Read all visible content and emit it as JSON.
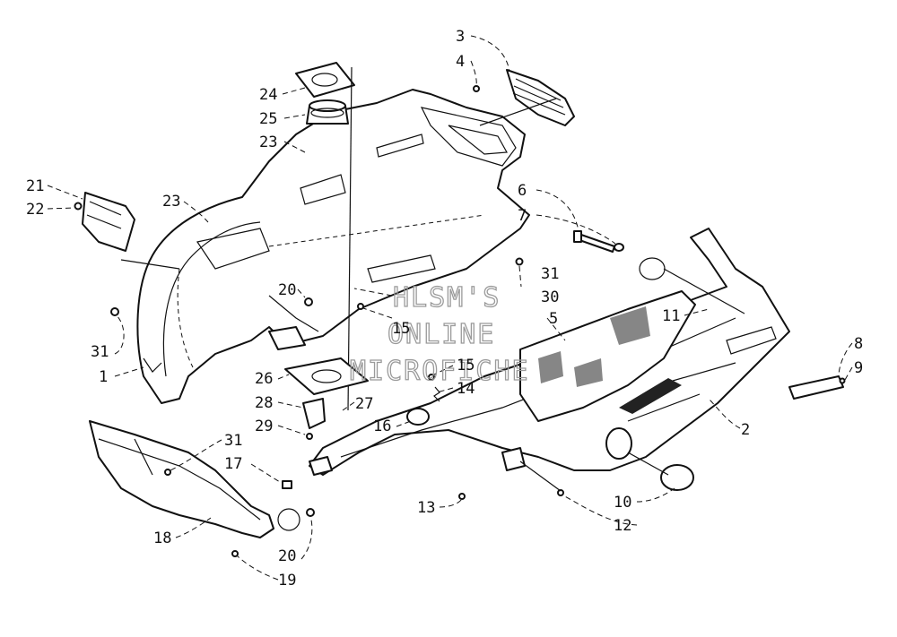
{
  "watermark": {
    "line1": "HLSM'S",
    "line2": "ONLINE",
    "line3": "MICROFICHE"
  },
  "callouts": {
    "c1": "1",
    "c2": "2",
    "c3": "3",
    "c4": "4",
    "c5": "5",
    "c6": "6",
    "c7": "7",
    "c8": "8",
    "c9": "9",
    "c10": "10",
    "c11": "11",
    "c12": "12",
    "c13": "13",
    "c14": "14",
    "c15a": "15",
    "c15b": "15",
    "c16": "16",
    "c17": "17",
    "c18": "18",
    "c19": "19",
    "c20a": "20",
    "c20b": "20",
    "c21": "21",
    "c22": "22",
    "c23a": "23",
    "c23b": "23",
    "c24": "24",
    "c25": "25",
    "c26": "26",
    "c27": "27",
    "c28": "28",
    "c29": "29",
    "c30": "30",
    "c31a": "31",
    "c31b": "31",
    "c31c": "31"
  }
}
